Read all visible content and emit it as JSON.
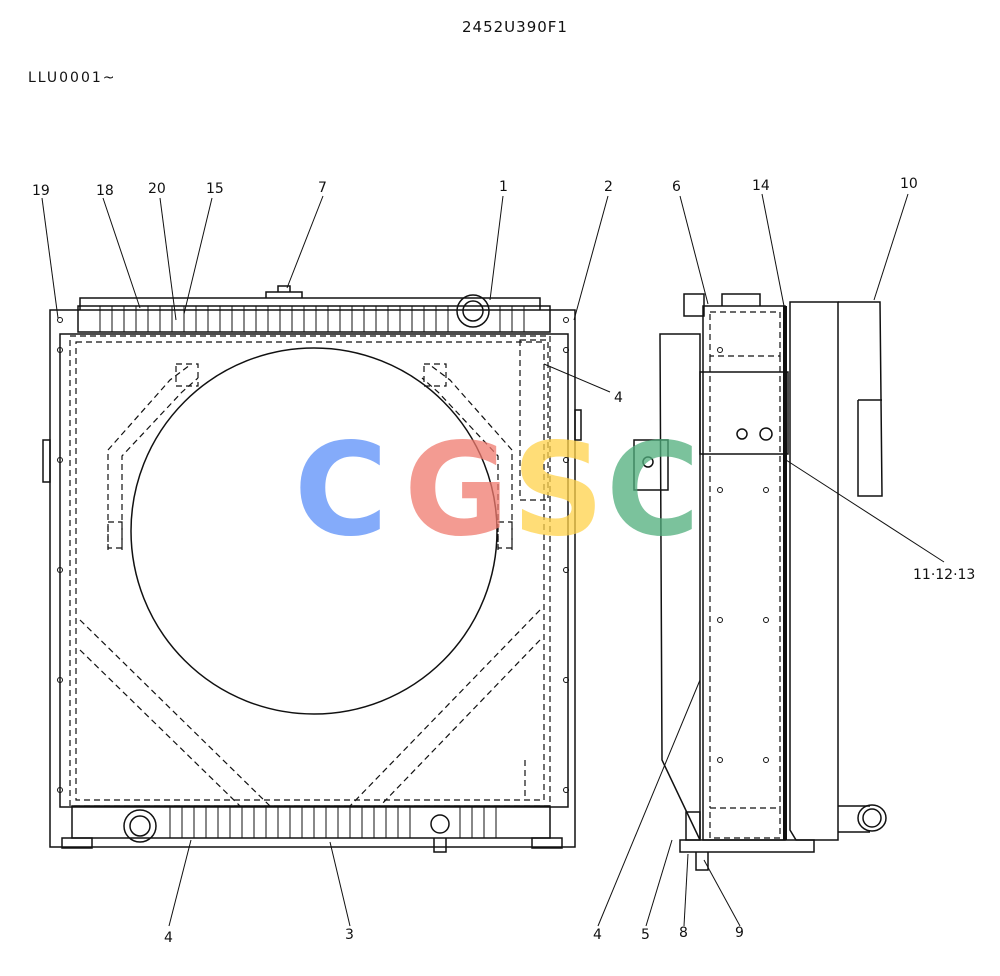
{
  "header": {
    "drawing_number": "2452U390F1",
    "serial_range": "LLU0001~"
  },
  "callouts": {
    "c1": "1",
    "c2": "2",
    "c3": "3",
    "c4_front_right": "4",
    "c4_front_bottom": "4",
    "c4_side": "4",
    "c5": "5",
    "c6": "6",
    "c7": "7",
    "c8": "8",
    "c9": "9",
    "c10": "10",
    "c11_12_13": "11·12·13",
    "c14": "14",
    "c15": "15",
    "c18": "18",
    "c19": "19",
    "c20": "20"
  },
  "watermark": {
    "letters": [
      "C",
      "G",
      "S",
      "C"
    ],
    "colors": [
      "#5b8ff9",
      "#f07a6e",
      "#ffd24a",
      "#4fae7c"
    ]
  }
}
